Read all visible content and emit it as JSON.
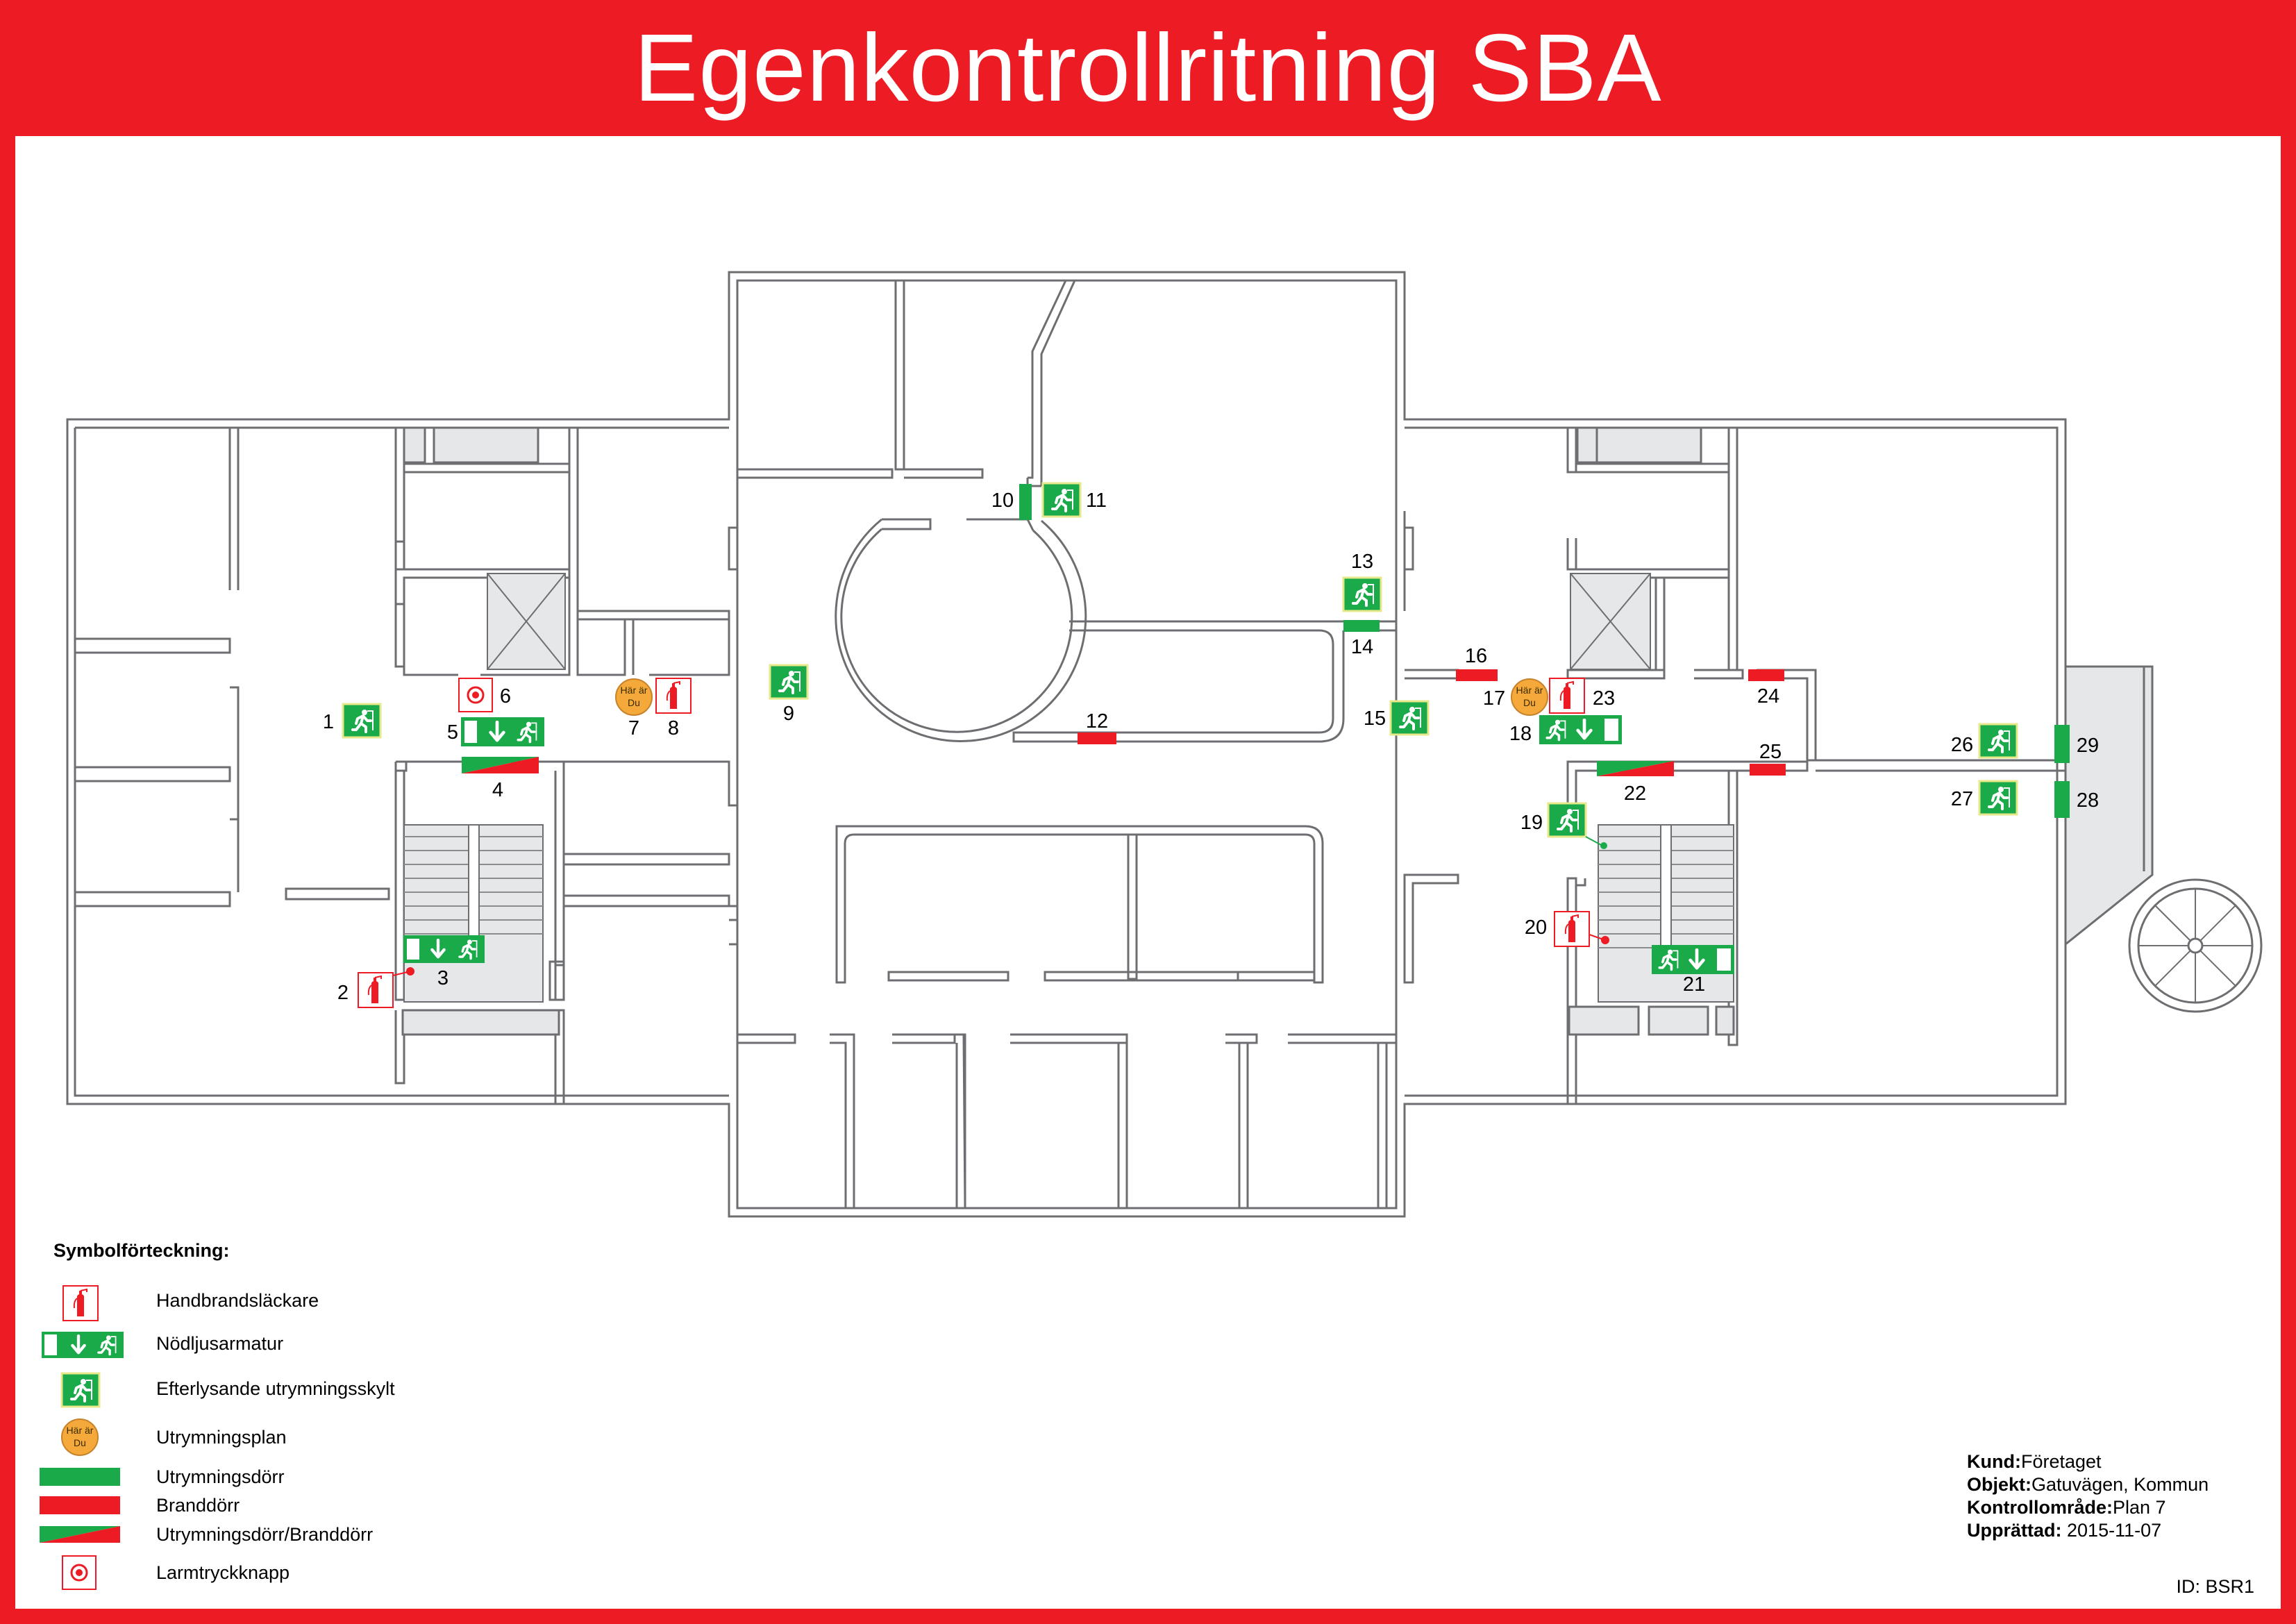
{
  "title": "Egenkontrollritning SBA",
  "plan": {
    "here_label_1": "Här är",
    "here_label_2": "Du",
    "markers": [
      "1",
      "2",
      "3",
      "4",
      "5",
      "6",
      "7",
      "8",
      "9",
      "10",
      "11",
      "12",
      "13",
      "14",
      "15",
      "16",
      "17",
      "18",
      "19",
      "20",
      "21",
      "22",
      "23",
      "24",
      "25",
      "26",
      "27",
      "28",
      "29"
    ]
  },
  "legend": {
    "title": "Symbolförteckning:",
    "items": [
      {
        "symbol": "fire-extinguisher",
        "label": "Handbrandsläckare"
      },
      {
        "symbol": "emergency-light",
        "label": "Nödljusarmatur"
      },
      {
        "symbol": "exit-sign",
        "label": "Efterlysande utrymningsskylt"
      },
      {
        "symbol": "evacuation-plan",
        "label": "Utrymningsplan"
      },
      {
        "symbol": "exit-door",
        "label": "Utrymningsdörr"
      },
      {
        "symbol": "fire-door",
        "label": "Branddörr"
      },
      {
        "symbol": "exit-fire-door",
        "label": "Utrymningsdörr/Branddörr"
      },
      {
        "symbol": "alarm-button",
        "label": "Larmtryckknapp"
      }
    ]
  },
  "info": {
    "kund_label": "Kund:",
    "kund": "Företaget",
    "objekt_label": "Objekt:",
    "objekt": "Gatuvägen, Kommun",
    "omrade_label": "Kontrollområde:",
    "omrade": "Plan 7",
    "upprattad_label": "Upprättad:",
    "upprattad": "2015-11-07"
  },
  "id_text": "ID: BSR1",
  "colors": {
    "red": "#ed1c24",
    "green": "#1aaa4a",
    "orange": "#f4a93a",
    "wall": "#6d6e71",
    "stair": "#e6e7e8"
  }
}
